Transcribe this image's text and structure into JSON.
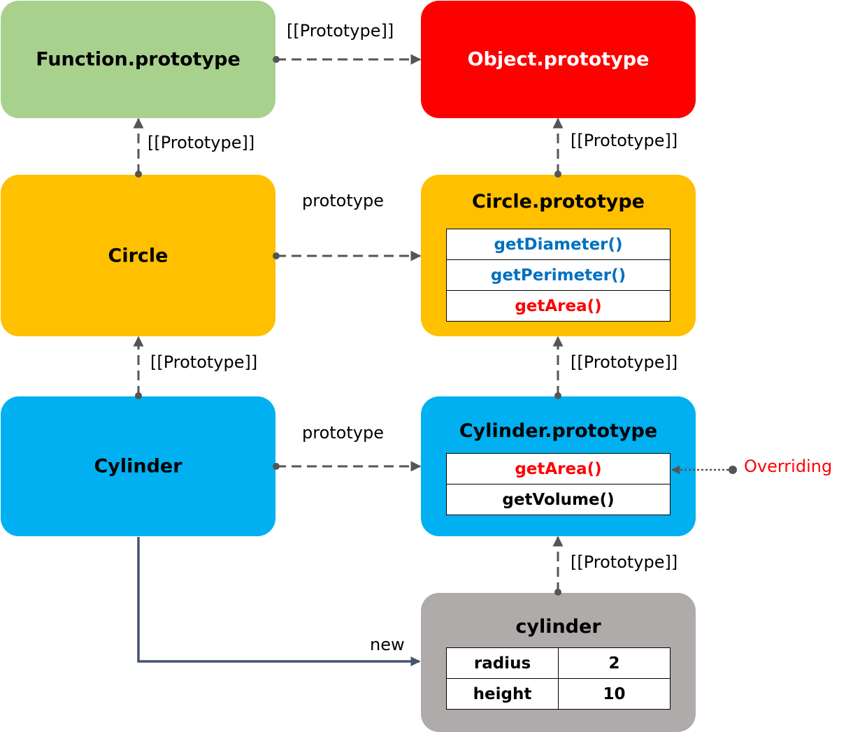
{
  "colors": {
    "function_prototype": "#a9d18e",
    "object_prototype": "#ff0000",
    "circle": "#ffc000",
    "cylinder": "#00b0f0",
    "instance": "#afabab",
    "method_blue": "#0070c0",
    "method_red": "#ff0000",
    "connector": "#555555",
    "new_arrow": "#44546a"
  },
  "nodes": {
    "function_prototype": {
      "title": "Function.prototype"
    },
    "object_prototype": {
      "title": "Object.prototype"
    },
    "circle": {
      "title": "Circle"
    },
    "circle_prototype": {
      "title": "Circle.prototype",
      "methods": [
        {
          "label": "getDiameter()",
          "color": "blue"
        },
        {
          "label": "getPerimeter()",
          "color": "blue"
        },
        {
          "label": "getArea()",
          "color": "red"
        }
      ]
    },
    "cylinder": {
      "title": "Cylinder"
    },
    "cylinder_prototype": {
      "title": "Cylinder.prototype",
      "methods": [
        {
          "label": "getArea()",
          "color": "red"
        },
        {
          "label": "getVolume()",
          "color": "black"
        }
      ]
    },
    "cylinder_instance": {
      "title": "cylinder",
      "properties": [
        {
          "key": "radius",
          "value": "2"
        },
        {
          "key": "height",
          "value": "10"
        }
      ]
    }
  },
  "edge_labels": {
    "function_to_object": "[[Prototype]]",
    "circle_to_function": "[[Prototype]]",
    "circle_proto_to_object": "[[Prototype]]",
    "circle_prototype_link": "prototype",
    "cylinder_to_circle": "[[Prototype]]",
    "cylinder_proto_to_circle_proto": "[[Prototype]]",
    "cylinder_prototype_link": "prototype",
    "instance_to_cylinder_proto": "[[Prototype]]",
    "new_label": "new",
    "overriding": "Overriding"
  }
}
